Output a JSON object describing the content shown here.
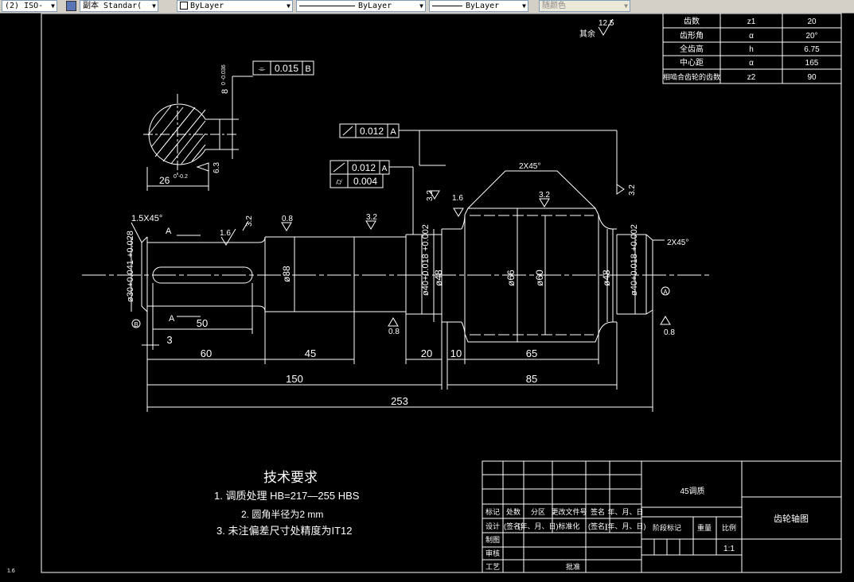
{
  "toolbar": {
    "text_style": "(2) ISO-",
    "dim_style": "副本 Standar(",
    "layer": "ByLayer",
    "linetype": "ByLayer",
    "lineweight": "ByLayer",
    "color": "随颜色"
  },
  "gear_table": {
    "rows": [
      {
        "name": "齿数",
        "sym": "z1",
        "val": "20"
      },
      {
        "name": "齿形角",
        "sym": "α",
        "val": "20°"
      },
      {
        "name": "全齿高",
        "sym": "h",
        "val": "6.75"
      },
      {
        "name": "中心距",
        "sym": "α",
        "val": "165"
      },
      {
        "name": "相啮合齿轮的齿数",
        "sym": "z2",
        "val": "90"
      }
    ]
  },
  "roughness": {
    "other": "其余",
    "r125": "12.5",
    "r63": "6.3",
    "r16": "1.6",
    "r32": "3.2",
    "r08": "0.8"
  },
  "tolerances": {
    "parallel_val": "0.015",
    "parallel_ref": "B",
    "runout_val": "0.012",
    "runout_ref": "A",
    "runout2_val": "0.012",
    "runout2_ref": "A",
    "cyl_val": "0.004"
  },
  "labels": {
    "keyway_depth": "8",
    "keyway_depth_tol": "0\n-0.036",
    "key_w": "26",
    "key_w_tol": "0\n-0.2",
    "chamfer_left": "1.5X45°",
    "chamfer_top": "2X45°",
    "chamfer_right": "2X45°",
    "datum_a": "A",
    "datum_b": "B",
    "d30": "ø30+0.041\n+0.028",
    "d38": "ø38",
    "d40a": "ø40+0.018\n+0.002",
    "d48a": "ø48",
    "d66": "ø66",
    "d60": "ø60",
    "d48b": "ø48",
    "d40b": "ø40+0.018\n+0.002"
  },
  "dims": {
    "d50": "50",
    "d3": "3",
    "d60": "60",
    "d45": "45",
    "d20": "20",
    "d10": "10",
    "d65": "65",
    "d150": "150",
    "d85": "85",
    "d253": "253"
  },
  "notes": {
    "title": "技术要求",
    "n1": "1.  调质处理  HB=217—255 HBS",
    "n2": "2.  圆角半径为2 mm",
    "n3": "3.  未注偏差尺寸处精度为IT12"
  },
  "title_block": {
    "material": "45调质",
    "drawing_name": "齿轮轴图",
    "scale": "1:1",
    "h_mark": "标记",
    "h_count": "处数",
    "h_zone": "分区",
    "h_docno": "更改文件号",
    "h_sign": "签名",
    "h_date": "年、月、日",
    "r_design": "设计",
    "r_sign1": "(签名)",
    "r_date1": "(年、月、日)",
    "r_std": "标准化",
    "r_sign2": "(签名)",
    "r_date2": "(年、月、日)",
    "r_stage": "阶段标记",
    "r_weight": "重量",
    "r_scale": "比例",
    "r_draw": "制图",
    "r_review": "审核",
    "r_process": "工艺",
    "r_approve": "批准"
  },
  "corner_mark": "1.6"
}
